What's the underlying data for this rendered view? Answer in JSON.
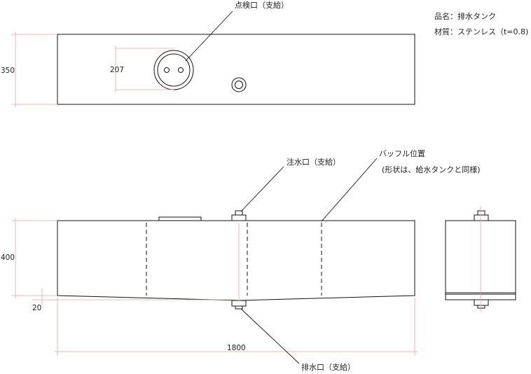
{
  "title_block": {
    "product_name": "品名：排水タンク",
    "material": "材質：ステンレス（t=0.8)"
  },
  "labels": {
    "inspection_port": "点検口（支給）",
    "inlet_port": "注水口（支給）",
    "baffle_position": "バッフル位置",
    "baffle_note": "(形状は、給水タンクと同様)",
    "drain_port": "排水口（支給）"
  },
  "dimensions": {
    "top_depth": "350",
    "port_offset": "207",
    "side_height": "400",
    "slope_drop": "20",
    "overall_length": "1800"
  }
}
